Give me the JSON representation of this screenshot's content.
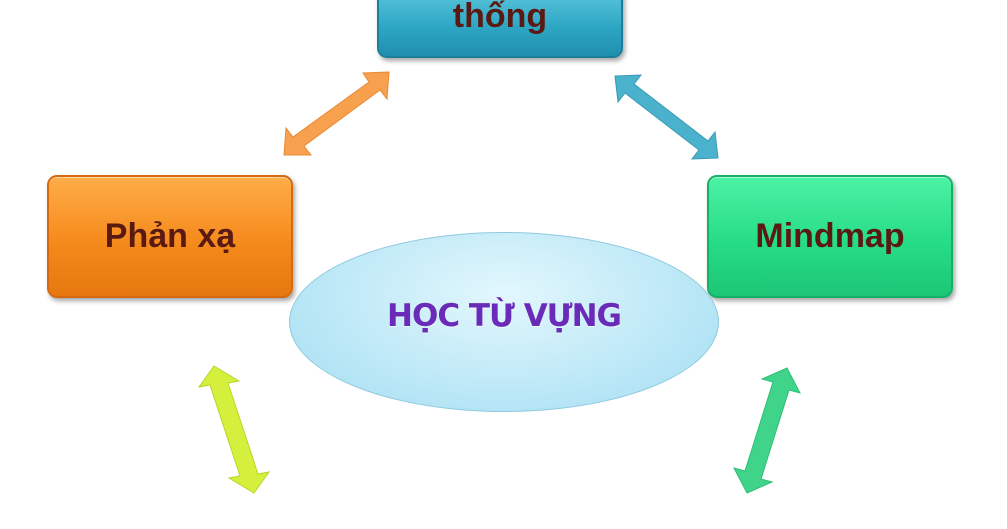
{
  "diagram": {
    "center": {
      "label": "HỌC TỪ VỰNG"
    },
    "nodes": {
      "top": {
        "label": "thống"
      },
      "left": {
        "label": "Phản xạ"
      },
      "right": {
        "label": "Mindmap"
      }
    },
    "colors": {
      "top_node": "#2ea7c4",
      "left_node": "#f58a1c",
      "right_node": "#27dc87",
      "center_fill": "#bfe9f7",
      "center_text": "#6a2cb8",
      "node_text": "#5a1a12",
      "arrow_orange": "#f7a04e",
      "arrow_blue": "#4ab2cc",
      "arrow_yellow": "#d5f03c",
      "arrow_green": "#3fd48a"
    }
  }
}
